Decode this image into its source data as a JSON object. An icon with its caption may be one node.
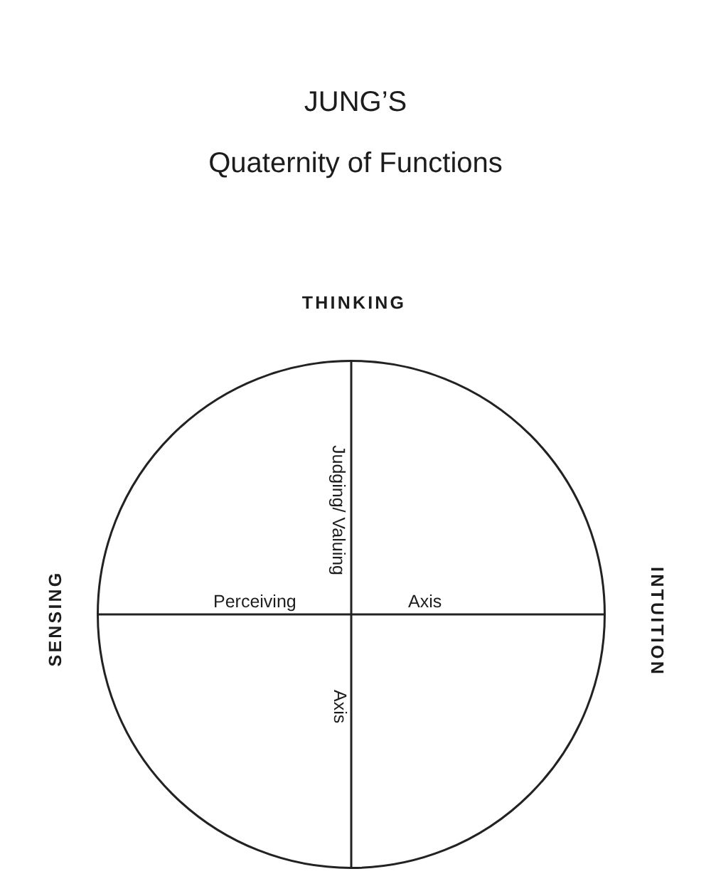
{
  "diagram": {
    "title": "JUNG’S",
    "nodes": [
      {
        "text": [
          "Judging/ Valuing",
          "Axis",
          "Perceiving",
          "Axis"
        ]
      }
    ],
    "labels": [
      "Quaternity of Functions",
      "THINKING",
      "SENSING",
      "INTUITION"
    ]
  }
}
